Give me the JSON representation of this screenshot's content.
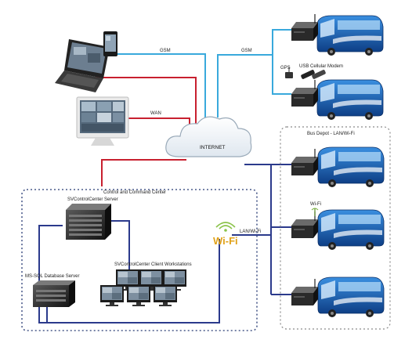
{
  "labels": {
    "gsm_left": "GSM",
    "gsm_right": "GSM",
    "wan": "WAN",
    "internet": "INTERNET",
    "gps": "GPS",
    "usb_modem": "USB Cellular Modem",
    "bus_depot": "Bus Depot - LAN/Wi-Fi",
    "command_center": "Control and Command Center",
    "server": "SVControlCenter Server",
    "workstations": "SVControlCenter Client Workstations",
    "sql_server": "MS-SQL Database Server",
    "lan_wifi": "LAN/Wi-Fi",
    "wifi_small": "Wi-Fi",
    "wifi_logo": "Wi-Fi"
  },
  "colors": {
    "gsm_link": "#39a9dc",
    "wan_link": "#c8202f",
    "lan_link": "#2b3a8c",
    "bus_body": "#1c63b8",
    "cloud": "#eef3f8"
  }
}
